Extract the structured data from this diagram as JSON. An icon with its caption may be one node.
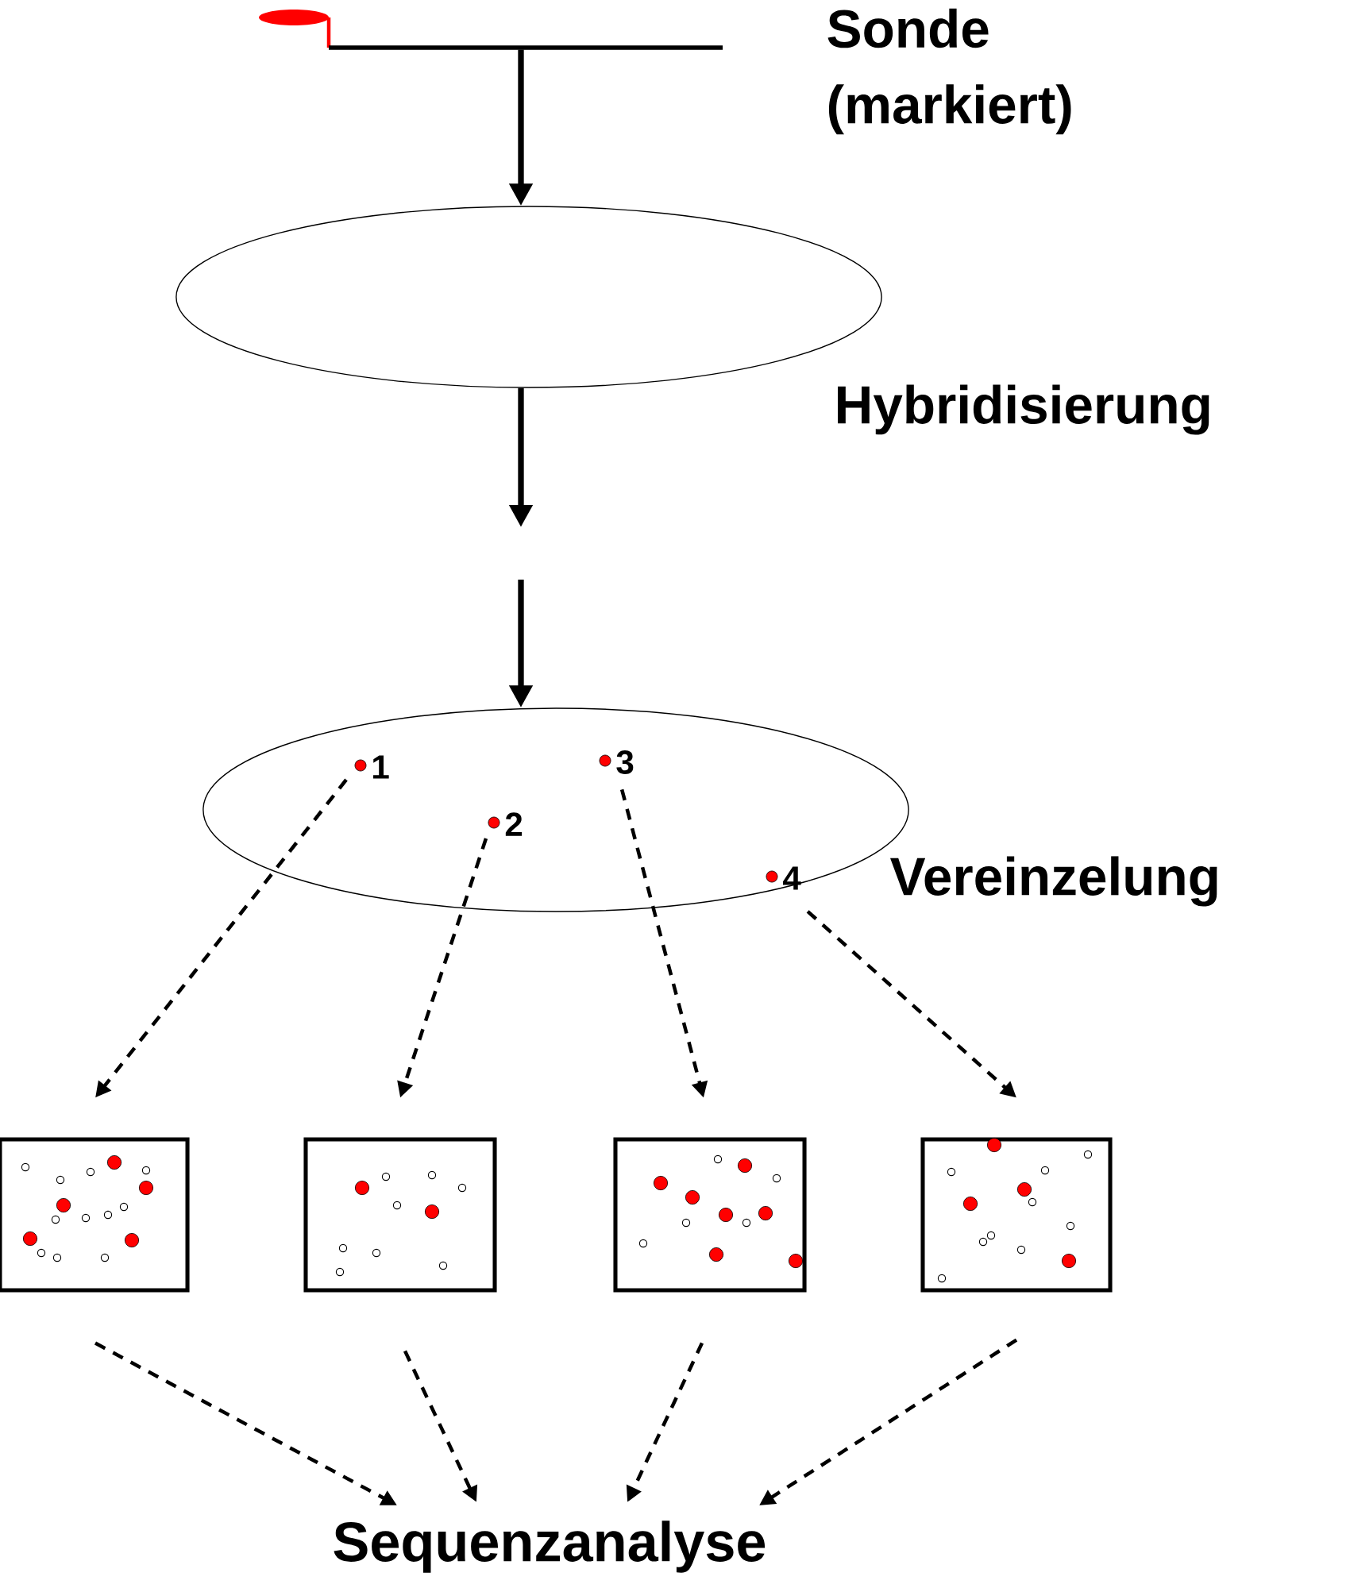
{
  "diagram": {
    "nodes": [
      {
        "text": [],
        "shape": "picture",
        "beside": [
          "Sonde (markiert)"
        ]
      },
      {
        "text": [],
        "shape": "ellipse",
        "beside": [
          "Hybridisierung"
        ]
      },
      {
        "text": [],
        "shape": "ellipse",
        "beside": [
          "Vereinzelung"
        ]
      },
      {
        "text": [
          "1"
        ],
        "in": 2
      },
      {
        "text": [
          "2"
        ],
        "in": 2
      },
      {
        "text": [
          "3"
        ],
        "in": 2
      },
      {
        "text": [
          "4"
        ],
        "in": 2
      },
      {
        "text": [],
        "shape": "box"
      },
      {
        "text": [],
        "shape": "box"
      },
      {
        "text": [],
        "shape": "box"
      },
      {
        "text": [],
        "shape": "box"
      },
      {
        "text": [
          "Sequenzanalyse"
        ]
      }
    ],
    "edges": [
      {
        "from": 0,
        "to": 1,
        "arrow": "to"
      },
      {
        "from": 1,
        "to": null,
        "arrow": "to"
      },
      {
        "from": null,
        "to": 2,
        "arrow": "to"
      },
      {
        "from": 3,
        "to": 7,
        "arrow": "to",
        "style": "dashed"
      },
      {
        "from": 4,
        "to": 8,
        "arrow": "to",
        "style": "dashed"
      },
      {
        "from": 5,
        "to": 9,
        "arrow": "to",
        "style": "dashed"
      },
      {
        "from": 6,
        "to": 10,
        "arrow": "to",
        "style": "dashed"
      },
      {
        "from": 7,
        "to": 11,
        "arrow": "to",
        "style": "dashed"
      },
      {
        "from": 8,
        "to": 11,
        "arrow": "to",
        "style": "dashed"
      },
      {
        "from": 9,
        "to": 11,
        "arrow": "to",
        "style": "dashed"
      },
      {
        "from": 10,
        "to": 11,
        "arrow": "to",
        "style": "dashed"
      }
    ]
  }
}
